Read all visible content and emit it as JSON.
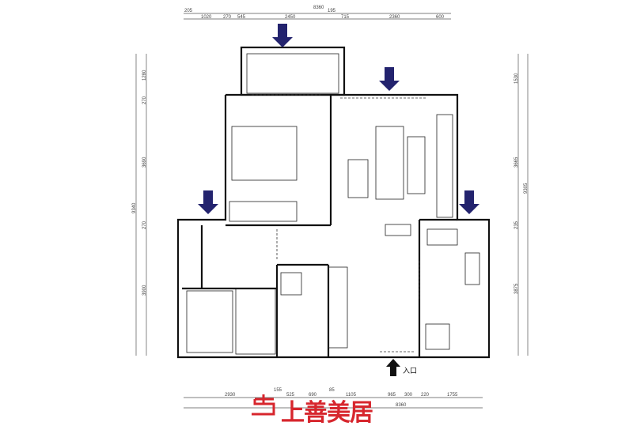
{
  "colors": {
    "arrow": "#23236e",
    "logo": "#d7262d",
    "walls": "#111111"
  },
  "dimensions": {
    "top_total": "8360",
    "top_row1": [
      "205",
      "195"
    ],
    "top_row2": [
      "1020",
      "270",
      "545",
      "2450",
      "715",
      "2360",
      "600"
    ],
    "left_total": "9340",
    "left": [
      "1280",
      "270",
      "3690",
      "270",
      "3900"
    ],
    "right_total": "9305",
    "right": [
      "1530",
      "3665",
      "235",
      "3875"
    ],
    "bottom": [
      "2930",
      "155",
      "525",
      "690",
      "85",
      "1105",
      "965",
      "300",
      "220",
      "1755"
    ],
    "bottom_total": "8360"
  },
  "entry_label": "入口",
  "logo": {
    "text": "上善美居",
    "icon": "logo-mark"
  },
  "icons": [
    "arrow-down-icon",
    "arrow-down-icon",
    "arrow-down-icon",
    "arrow-down-icon",
    "arrow-up-icon"
  ]
}
